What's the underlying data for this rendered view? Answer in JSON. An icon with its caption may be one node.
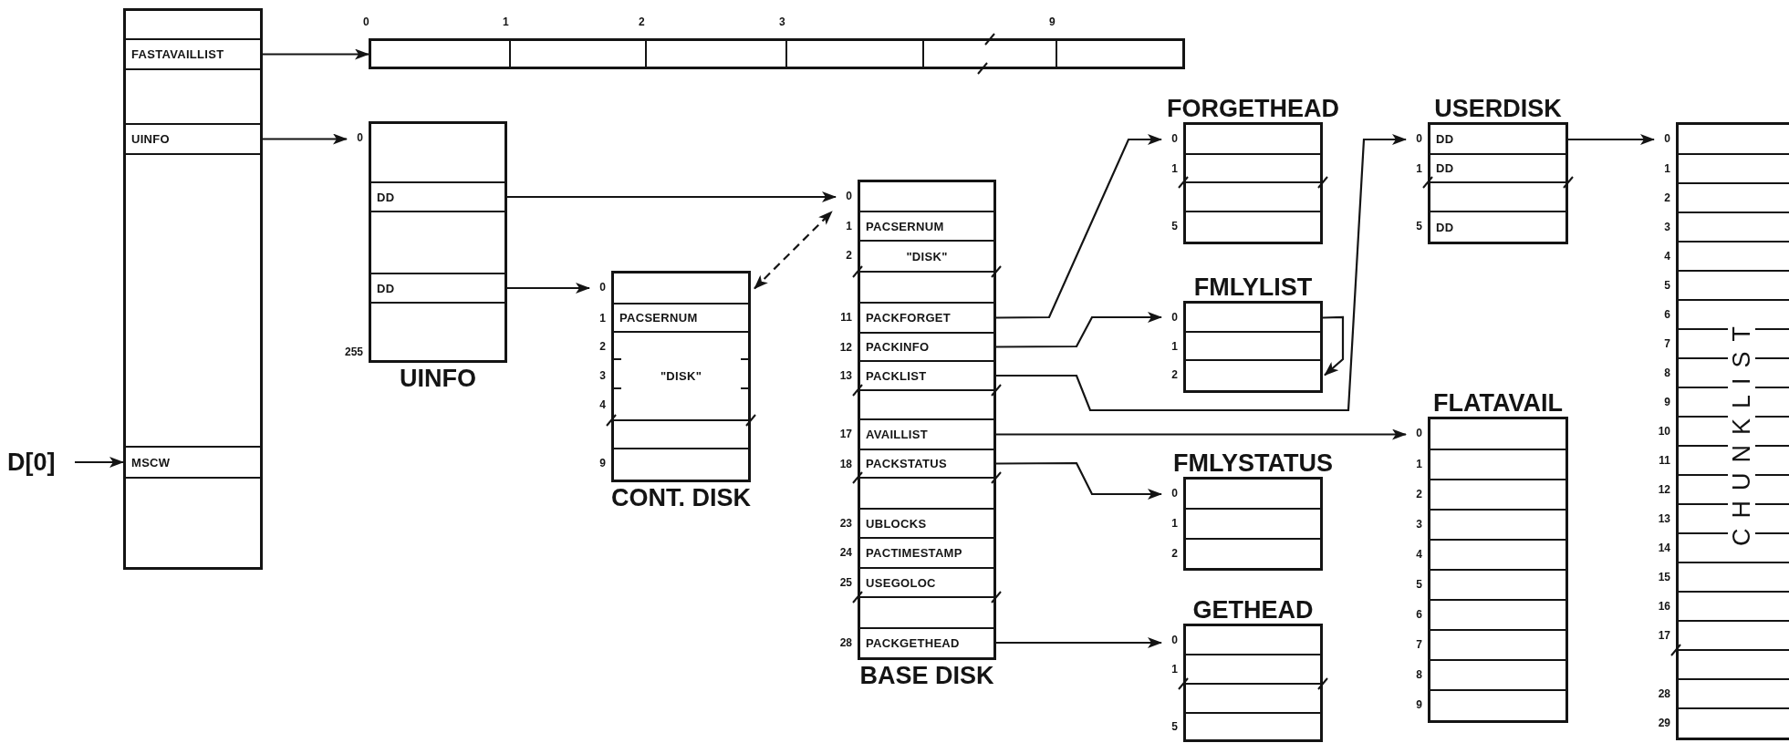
{
  "diagram": {
    "nodes": [
      {
        "text": [
          "D[0]"
        ]
      },
      {
        "text": [],
        "shape": "box"
      },
      {
        "text": [],
        "shape": "box",
        "in": 1
      },
      {
        "text": [
          "FASTAVAILLIST"
        ],
        "in": 1
      },
      {
        "text": [],
        "shape": "box",
        "in": 1
      },
      {
        "text": [
          "UINFO"
        ],
        "in": 1
      },
      {
        "text": [],
        "shape": "box",
        "in": 1
      },
      {
        "text": [
          "MSCW"
        ],
        "in": 1
      },
      {
        "text": [],
        "shape": "box",
        "in": 1
      },
      {
        "text": [],
        "shape": "box"
      },
      {
        "text": [],
        "shape": "box",
        "in": 9,
        "beside": [
          "0"
        ]
      },
      {
        "text": [],
        "shape": "box",
        "in": 9,
        "beside": [
          "1"
        ]
      },
      {
        "text": [],
        "shape": "box",
        "in": 9,
        "beside": [
          "2"
        ]
      },
      {
        "text": [],
        "shape": "box",
        "in": 9,
        "beside": [
          "3"
        ]
      },
      {
        "text": [],
        "shape": "box",
        "in": 9
      },
      {
        "text": [],
        "shape": "box",
        "in": 9,
        "beside": [
          "9"
        ]
      },
      {
        "text": [
          "UINFO"
        ]
      },
      {
        "text": [],
        "shape": "box",
        "in": 16,
        "beside": [
          "0"
        ]
      },
      {
        "text": [
          "DD"
        ],
        "in": 16
      },
      {
        "text": [],
        "shape": "box",
        "in": 16
      },
      {
        "text": [
          "DD"
        ],
        "in": 16
      },
      {
        "text": [],
        "shape": "box",
        "in": 16,
        "beside": [
          "255"
        ]
      },
      {
        "text": [
          "CONT. DISK"
        ]
      },
      {
        "text": [],
        "shape": "box",
        "in": 22,
        "beside": [
          "0"
        ]
      },
      {
        "text": [
          "PACSERNUM"
        ],
        "in": 22,
        "beside": [
          "1"
        ]
      },
      {
        "text": [
          "\"DISK\""
        ],
        "in": 22,
        "beside": [
          "2",
          "3",
          "4"
        ]
      },
      {
        "text": [],
        "shape": "box",
        "in": 22
      },
      {
        "text": [],
        "shape": "box",
        "in": 22,
        "beside": [
          "9"
        ]
      },
      {
        "text": [
          "BASE DISK"
        ]
      },
      {
        "text": [],
        "shape": "box",
        "in": 28,
        "beside": [
          "0"
        ]
      },
      {
        "text": [
          "PACSERNUM"
        ],
        "in": 28,
        "beside": [
          "1"
        ]
      },
      {
        "text": [
          "\"DISK\""
        ],
        "in": 28,
        "beside": [
          "2"
        ]
      },
      {
        "text": [],
        "shape": "box",
        "in": 28
      },
      {
        "text": [
          "PACKFORGET"
        ],
        "in": 28,
        "beside": [
          "11"
        ]
      },
      {
        "text": [
          "PACKINFO"
        ],
        "in": 28,
        "beside": [
          "12"
        ]
      },
      {
        "text": [
          "PACKLIST"
        ],
        "in": 28,
        "beside": [
          "13"
        ]
      },
      {
        "text": [],
        "shape": "box",
        "in": 28
      },
      {
        "text": [
          "AVAILLIST"
        ],
        "in": 28,
        "beside": [
          "17"
        ]
      },
      {
        "text": [
          "PACKSTATUS"
        ],
        "in": 28,
        "beside": [
          "18"
        ]
      },
      {
        "text": [],
        "shape": "box",
        "in": 28
      },
      {
        "text": [
          "UBLOCKS"
        ],
        "in": 28,
        "beside": [
          "23"
        ]
      },
      {
        "text": [
          "PACTIMESTAMP"
        ],
        "in": 28,
        "beside": [
          "24"
        ]
      },
      {
        "text": [
          "USEGOLOC"
        ],
        "in": 28,
        "beside": [
          "25"
        ]
      },
      {
        "text": [],
        "shape": "box",
        "in": 28
      },
      {
        "text": [
          "PACKGETHEAD"
        ],
        "in": 28,
        "beside": [
          "28"
        ]
      },
      {
        "text": [
          "FORGETHEAD"
        ]
      },
      {
        "text": [],
        "shape": "box",
        "in": 45,
        "beside": [
          "0"
        ]
      },
      {
        "text": [],
        "shape": "box",
        "in": 45,
        "beside": [
          "1"
        ]
      },
      {
        "text": [],
        "shape": "box",
        "in": 45
      },
      {
        "text": [],
        "shape": "box",
        "in": 45,
        "beside": [
          "5"
        ]
      },
      {
        "text": [
          "USERDISK"
        ]
      },
      {
        "text": [
          "DD"
        ],
        "in": 50,
        "beside": [
          "0"
        ]
      },
      {
        "text": [
          "DD"
        ],
        "in": 50,
        "beside": [
          "1"
        ]
      },
      {
        "text": [],
        "shape": "box",
        "in": 50
      },
      {
        "text": [
          "DD"
        ],
        "in": 50,
        "beside": [
          "5"
        ]
      },
      {
        "text": [
          "CHUNKLIST"
        ]
      },
      {
        "text": [],
        "shape": "box",
        "in": 55,
        "beside": [
          "0"
        ]
      },
      {
        "text": [],
        "shape": "box",
        "in": 55,
        "beside": [
          "1"
        ]
      },
      {
        "text": [],
        "shape": "box",
        "in": 55,
        "beside": [
          "2"
        ]
      },
      {
        "text": [],
        "shape": "box",
        "in": 55,
        "beside": [
          "3"
        ]
      },
      {
        "text": [],
        "shape": "box",
        "in": 55,
        "beside": [
          "4"
        ]
      },
      {
        "text": [],
        "shape": "box",
        "in": 55,
        "beside": [
          "5"
        ]
      },
      {
        "text": [],
        "shape": "box",
        "in": 55,
        "beside": [
          "6"
        ]
      },
      {
        "text": [],
        "shape": "box",
        "in": 55,
        "beside": [
          "7"
        ]
      },
      {
        "text": [],
        "shape": "box",
        "in": 55,
        "beside": [
          "8"
        ]
      },
      {
        "text": [],
        "shape": "box",
        "in": 55,
        "beside": [
          "9"
        ]
      },
      {
        "text": [],
        "shape": "box",
        "in": 55,
        "beside": [
          "10"
        ]
      },
      {
        "text": [],
        "shape": "box",
        "in": 55,
        "beside": [
          "11"
        ]
      },
      {
        "text": [],
        "shape": "box",
        "in": 55,
        "beside": [
          "12"
        ]
      },
      {
        "text": [],
        "shape": "box",
        "in": 55,
        "beside": [
          "13"
        ]
      },
      {
        "text": [],
        "shape": "box",
        "in": 55,
        "beside": [
          "14"
        ]
      },
      {
        "text": [],
        "shape": "box",
        "in": 55,
        "beside": [
          "15"
        ]
      },
      {
        "text": [],
        "shape": "box",
        "in": 55,
        "beside": [
          "16"
        ]
      },
      {
        "text": [],
        "shape": "box",
        "in": 55,
        "beside": [
          "17"
        ]
      },
      {
        "text": [],
        "shape": "box",
        "in": 55
      },
      {
        "text": [],
        "shape": "box",
        "in": 55,
        "beside": [
          "28"
        ]
      },
      {
        "text": [],
        "shape": "box",
        "in": 55,
        "beside": [
          "29"
        ]
      },
      {
        "text": [
          "FMLYLIST"
        ]
      },
      {
        "text": [],
        "shape": "box",
        "in": 77,
        "beside": [
          "0"
        ]
      },
      {
        "text": [],
        "shape": "box",
        "in": 77,
        "beside": [
          "1"
        ]
      },
      {
        "text": [],
        "shape": "box",
        "in": 77,
        "beside": [
          "2"
        ]
      },
      {
        "text": [
          "FLATAVAIL"
        ]
      },
      {
        "text": [],
        "shape": "box",
        "in": 81,
        "beside": [
          "0"
        ]
      },
      {
        "text": [],
        "shape": "box",
        "in": 81,
        "beside": [
          "1"
        ]
      },
      {
        "text": [],
        "shape": "box",
        "in": 81,
        "beside": [
          "2"
        ]
      },
      {
        "text": [],
        "shape": "box",
        "in": 81,
        "beside": [
          "3"
        ]
      },
      {
        "text": [],
        "shape": "box",
        "in": 81,
        "beside": [
          "4"
        ]
      },
      {
        "text": [],
        "shape": "box",
        "in": 81,
        "beside": [
          "5"
        ]
      },
      {
        "text": [],
        "shape": "box",
        "in": 81,
        "beside": [
          "6"
        ]
      },
      {
        "text": [],
        "shape": "box",
        "in": 81,
        "beside": [
          "7"
        ]
      },
      {
        "text": [],
        "shape": "box",
        "in": 81,
        "beside": [
          "8"
        ]
      },
      {
        "text": [],
        "shape": "box",
        "in": 81,
        "beside": [
          "9"
        ]
      },
      {
        "text": [
          "FMLYSTATUS"
        ]
      },
      {
        "text": [],
        "shape": "box",
        "in": 92,
        "beside": [
          "0"
        ]
      },
      {
        "text": [],
        "shape": "box",
        "in": 92,
        "beside": [
          "1"
        ]
      },
      {
        "text": [],
        "shape": "box",
        "in": 92,
        "beside": [
          "2"
        ]
      },
      {
        "text": [
          "GETHEAD"
        ]
      },
      {
        "text": [],
        "shape": "box",
        "in": 96,
        "beside": [
          "0"
        ]
      },
      {
        "text": [],
        "shape": "box",
        "in": 96,
        "beside": [
          "1"
        ]
      },
      {
        "text": [],
        "shape": "box",
        "in": 96
      },
      {
        "text": [],
        "shape": "box",
        "in": 96,
        "beside": [
          "5"
        ]
      }
    ],
    "edges": [
      {
        "from": 0,
        "to": 7,
        "arrow": "to"
      },
      {
        "from": 3,
        "to": 10,
        "arrow": "to"
      },
      {
        "from": 5,
        "to": 17,
        "arrow": "to"
      },
      {
        "from": 18,
        "to": 29,
        "arrow": "to"
      },
      {
        "from": 20,
        "to": 23,
        "arrow": "to"
      },
      {
        "from": 23,
        "to": 29,
        "arrow": "both",
        "style": "dashed"
      },
      {
        "from": 33,
        "to": 46,
        "arrow": "to"
      },
      {
        "from": 34,
        "to": 78,
        "arrow": "to"
      },
      {
        "from": 35,
        "to": 51,
        "arrow": "to"
      },
      {
        "from": 37,
        "to": 82,
        "arrow": "to"
      },
      {
        "from": 38,
        "to": 93,
        "arrow": "to"
      },
      {
        "from": 44,
        "to": 97,
        "arrow": "to"
      },
      {
        "from": 51,
        "to": 56,
        "arrow": "to"
      },
      {
        "from": 78,
        "to": 80,
        "arrow": "to"
      }
    ]
  }
}
